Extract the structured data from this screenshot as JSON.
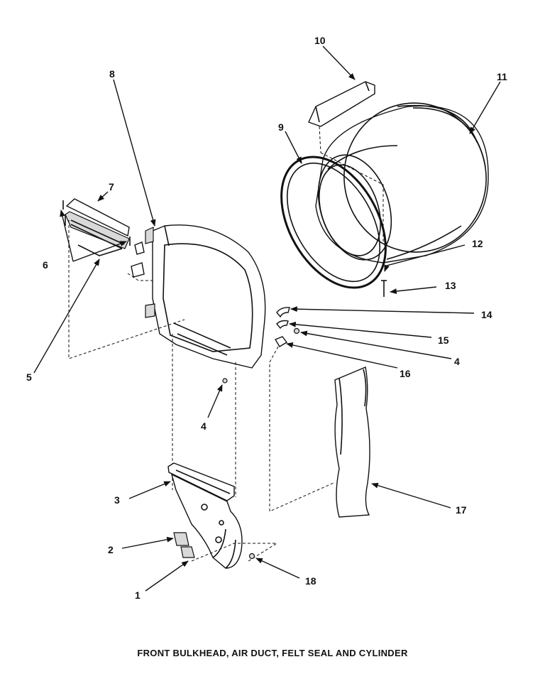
{
  "caption": "FRONT BULKHEAD, AIR DUCT, FELT SEAL AND CYLINDER",
  "callouts": {
    "c1": "1",
    "c2": "2",
    "c3": "3",
    "c4a": "4",
    "c4b": "4",
    "c5": "5",
    "c6": "6",
    "c7": "7",
    "c8": "8",
    "c9": "9",
    "c10": "10",
    "c11": "11",
    "c12": "12",
    "c13": "13",
    "c14": "14",
    "c15": "15",
    "c16": "16",
    "c17": "17",
    "c18": "18"
  }
}
